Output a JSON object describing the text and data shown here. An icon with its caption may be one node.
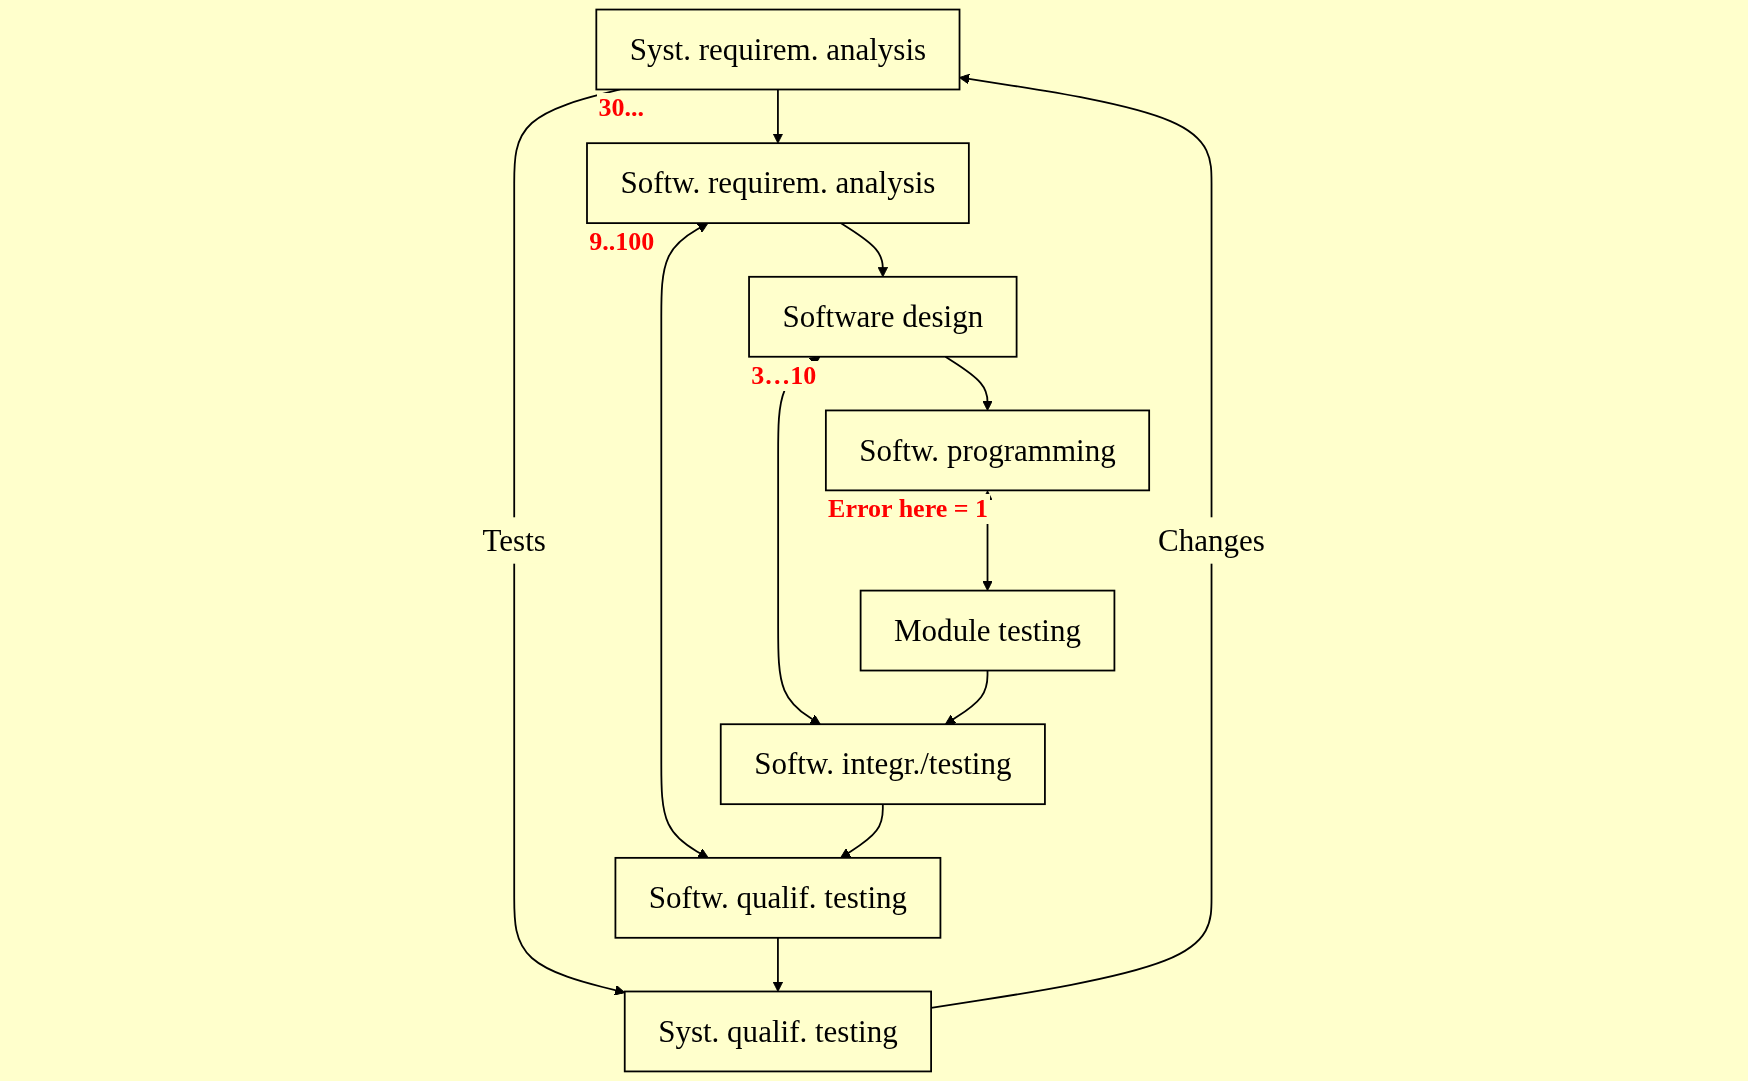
{
  "diagram": {
    "nodes": [
      {
        "text": [
          "Syst. requirem. analysis"
        ],
        "beside": [
          "30..."
        ]
      },
      {
        "text": [
          "Syst. qualif. testing"
        ]
      },
      {
        "text": [
          "Softw. requirem. analysis"
        ],
        "beside": [
          "9..100"
        ]
      },
      {
        "text": [
          "Softw. qualif. testing"
        ]
      },
      {
        "text": [
          "Software design"
        ],
        "beside": [
          "3…10"
        ]
      },
      {
        "text": [
          "Softw. integr./testing"
        ]
      },
      {
        "text": [
          "Softw. programming"
        ],
        "beside": [
          "Error here = 1"
        ]
      },
      {
        "text": [
          "Module testing"
        ]
      }
    ],
    "edges": [
      {
        "from": 0,
        "to": 1,
        "arrow": "to",
        "label": "Tests"
      },
      {
        "from": 1,
        "to": 0,
        "arrow": "to",
        "label": "Changes"
      },
      {
        "from": 0,
        "to": 2,
        "arrow": "to"
      },
      {
        "from": 2,
        "to": 3,
        "arrow": "both"
      },
      {
        "from": 2,
        "to": 4,
        "arrow": "to"
      },
      {
        "from": 4,
        "to": 5,
        "arrow": "both"
      },
      {
        "from": 4,
        "to": 6,
        "arrow": "to"
      },
      {
        "from": 6,
        "to": 7,
        "arrow": "both"
      },
      {
        "from": 7,
        "to": 5,
        "arrow": "to"
      },
      {
        "from": 5,
        "to": 3,
        "arrow": "to"
      },
      {
        "from": 3,
        "to": 1,
        "arrow": "to"
      }
    ]
  }
}
